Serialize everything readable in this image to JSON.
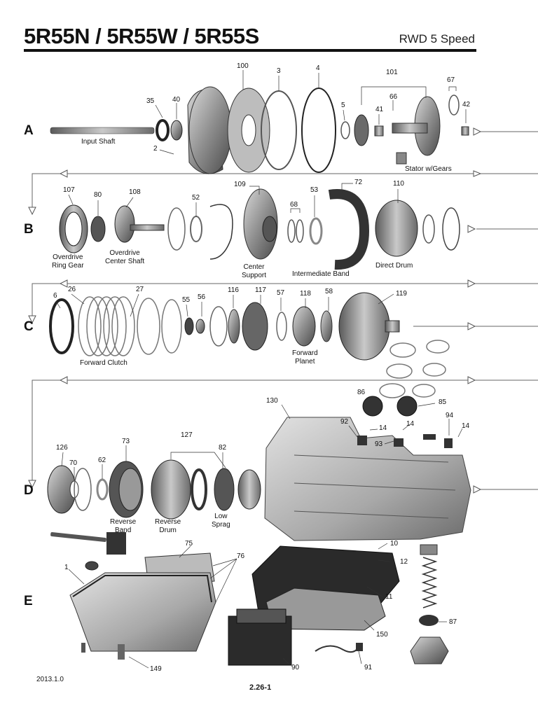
{
  "header": {
    "title": "5R55N / 5R55W / 5R55S",
    "subtitle": "RWD 5 Speed"
  },
  "rows": [
    "A",
    "B",
    "C",
    "D",
    "E"
  ],
  "labels": {
    "input_shaft": "Input Shaft",
    "stator": "Stator w/Gears",
    "overdrive_ring_gear": [
      "Overdrive",
      "Ring  Gear"
    ],
    "overdrive_center_shaft": [
      "Overdrive",
      "Center Shaft"
    ],
    "center_support": [
      "Center",
      "Support"
    ],
    "intermediate_band": "Intermediate Band",
    "direct_drum": "Direct Drum",
    "forward_clutch": "Forward Clutch",
    "forward_planet": [
      "Forward",
      "Planet"
    ],
    "reverse_band": [
      "Reverse",
      "Band"
    ],
    "reverse_drum": [
      "Reverse",
      "Drum"
    ],
    "low_sprag": [
      "Low",
      "Sprag"
    ]
  },
  "part_numbers": {
    "p100": "100",
    "p3": "3",
    "p4": "4",
    "p101": "101",
    "p67": "67",
    "p35": "35",
    "p40": "40",
    "p66": "66",
    "p5": "5",
    "p41": "41",
    "p42": "42",
    "p2": "2",
    "p107": "107",
    "p80": "80",
    "p108": "108",
    "p52": "52",
    "p109": "109",
    "p68": "68",
    "p53": "53",
    "p72": "72",
    "p110": "110",
    "p6": "6",
    "p26": "26",
    "p27": "27",
    "p55": "55",
    "p56": "56",
    "p116": "116",
    "p117": "117",
    "p57": "57",
    "p118": "118",
    "p58": "58",
    "p119": "119",
    "p130": "130",
    "p86": "86",
    "p85": "85",
    "p92": "92",
    "p14a": "14",
    "p14b": "14",
    "p14c": "14",
    "p93": "93",
    "p94": "94",
    "p126": "126",
    "p70": "70",
    "p62": "62",
    "p73": "73",
    "p127": "127",
    "p82": "82",
    "p75": "75",
    "p76": "76",
    "p1": "1",
    "p10": "10",
    "p12": "12",
    "p11": "11",
    "p87": "87",
    "p150": "150",
    "p90": "90",
    "p91": "91",
    "p149": "149"
  },
  "footer": {
    "version": "2013.1.0",
    "page": "2.26-1"
  }
}
